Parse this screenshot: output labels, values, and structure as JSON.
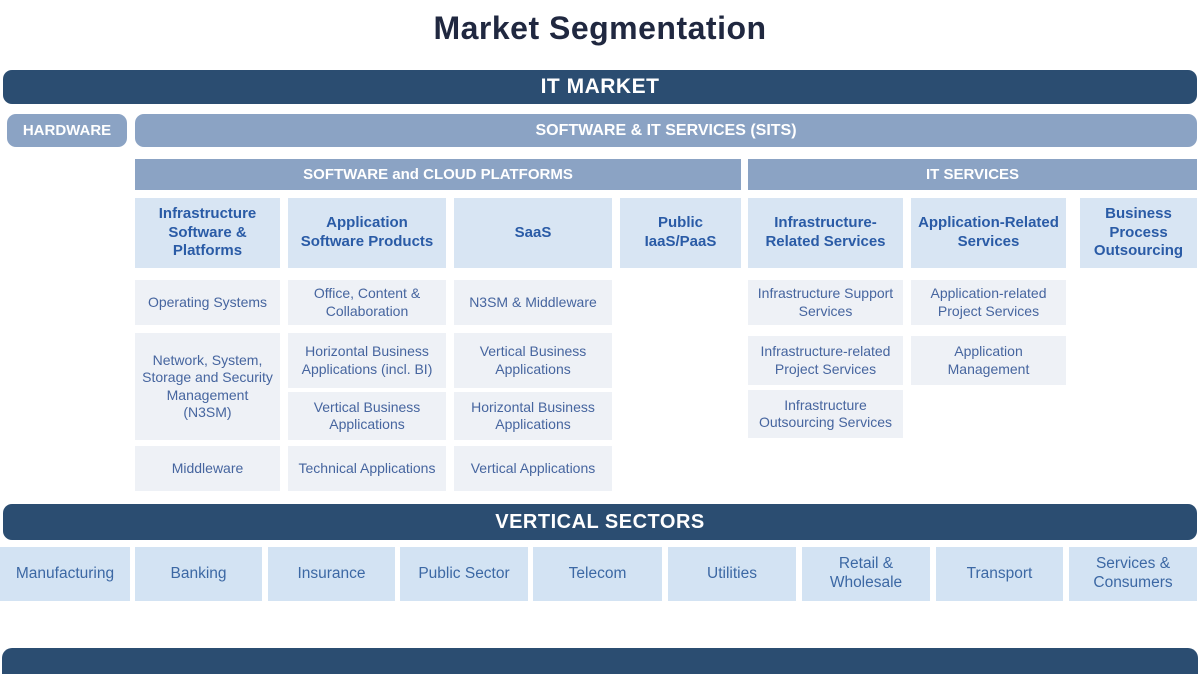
{
  "title": "Market Segmentation",
  "colors": {
    "navy_bar": "#2b4d71",
    "medium_blue_bar": "#8ba3c4",
    "header_box_bg": "#d8e5f3",
    "segment_box_bg": "#eef1f6",
    "sector_box_bg": "#d3e3f3",
    "title_text": "#202840",
    "header_text": "#2a5ba6",
    "segment_text": "#46659f",
    "sector_text": "#3c68a4",
    "bar_text": "#ffffff"
  },
  "it_market": {
    "label": "IT MARKET"
  },
  "hardware": {
    "label": "HARDWARE"
  },
  "sits": {
    "label": "SOFTWARE & IT SERVICES (SITS)"
  },
  "groups": {
    "software_cloud": {
      "label": "SOFTWARE and CLOUD PLATFORMS"
    },
    "it_services": {
      "label": "IT SERVICES"
    }
  },
  "columns": [
    {
      "header": "Infrastructure Software & Platforms",
      "items": [
        "Operating Systems",
        "Network, System, Storage and Security Management (N3SM)",
        "Middleware"
      ]
    },
    {
      "header": "Application Software Products",
      "items": [
        "Office, Content & Collaboration",
        "Horizontal Business Applications (incl. BI)",
        "Vertical Business Applications",
        "Technical Applications"
      ]
    },
    {
      "header": "SaaS",
      "items": [
        "N3SM & Middleware",
        "Vertical Business Applications",
        "Horizontal Business Applications",
        "Vertical Applications"
      ]
    },
    {
      "header": "Public IaaS/PaaS",
      "items": []
    },
    {
      "header": "Infrastructure-Related Services",
      "items": [
        "Infrastructure Support Services",
        "Infrastructure-related Project Services",
        "Infrastructure Outsourcing Services"
      ]
    },
    {
      "header": "Application-Related Services",
      "items": [
        "Application-related Project Services",
        "Application Management"
      ]
    },
    {
      "header": "Business Process Outsourcing",
      "items": []
    }
  ],
  "vertical_sectors": {
    "label": "VERTICAL SECTORS",
    "sectors": [
      "Manufacturing",
      "Banking",
      "Insurance",
      "Public Sector",
      "Telecom",
      "Utilities",
      "Retail & Wholesale",
      "Transport",
      "Services & Consumers"
    ]
  }
}
